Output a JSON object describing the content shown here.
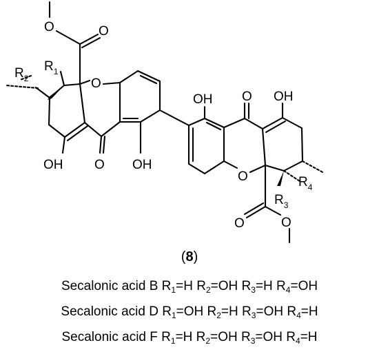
{
  "figure": {
    "compound_number": "8",
    "atom_labels": {
      "O": "O",
      "OH": "OH",
      "R": "R"
    },
    "legend": [
      {
        "name": "Secalonic acid B",
        "subs": [
          {
            "n": "1",
            "v": "H"
          },
          {
            "n": "2",
            "v": "OH"
          },
          {
            "n": "3",
            "v": "H"
          },
          {
            "n": "4",
            "v": "OH"
          }
        ]
      },
      {
        "name": "Secalonic acid D",
        "subs": [
          {
            "n": "1",
            "v": "OH"
          },
          {
            "n": "2",
            "v": "H"
          },
          {
            "n": "3",
            "v": "OH"
          },
          {
            "n": "4",
            "v": "H"
          }
        ]
      },
      {
        "name": "Secalonic acid F",
        "subs": [
          {
            "n": "1",
            "v": "H"
          },
          {
            "n": "2",
            "v": "OH"
          },
          {
            "n": "3",
            "v": "OH"
          },
          {
            "n": "4",
            "v": "H"
          }
        ]
      }
    ]
  }
}
